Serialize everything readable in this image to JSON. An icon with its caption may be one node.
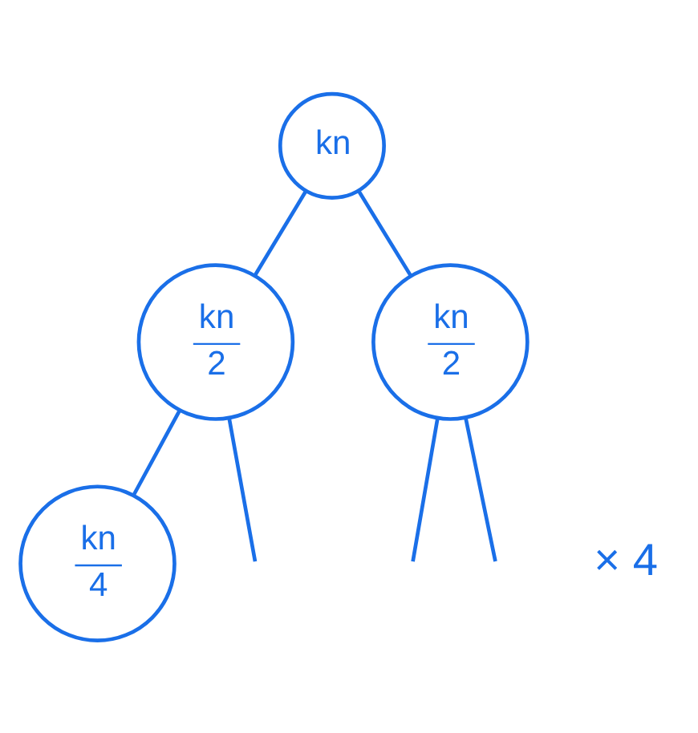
{
  "diagram": {
    "nodes": [
      {
        "text": [
          "kn"
        ]
      },
      {
        "text": [
          "kn",
          "2"
        ]
      },
      {
        "text": [
          "kn",
          "2"
        ]
      },
      {
        "text": [
          "kn",
          "4"
        ]
      }
    ],
    "edges": [
      {
        "from": 0,
        "to": 1,
        "arrow": "none"
      },
      {
        "from": 0,
        "to": 2,
        "arrow": "none"
      },
      {
        "from": 1,
        "to": 3,
        "arrow": "none"
      },
      {
        "from": 1,
        "to": null,
        "arrow": "none"
      },
      {
        "from": 2,
        "to": null,
        "arrow": "none"
      },
      {
        "from": 2,
        "to": null,
        "arrow": "none"
      }
    ],
    "labels": [
      "× 4"
    ]
  }
}
